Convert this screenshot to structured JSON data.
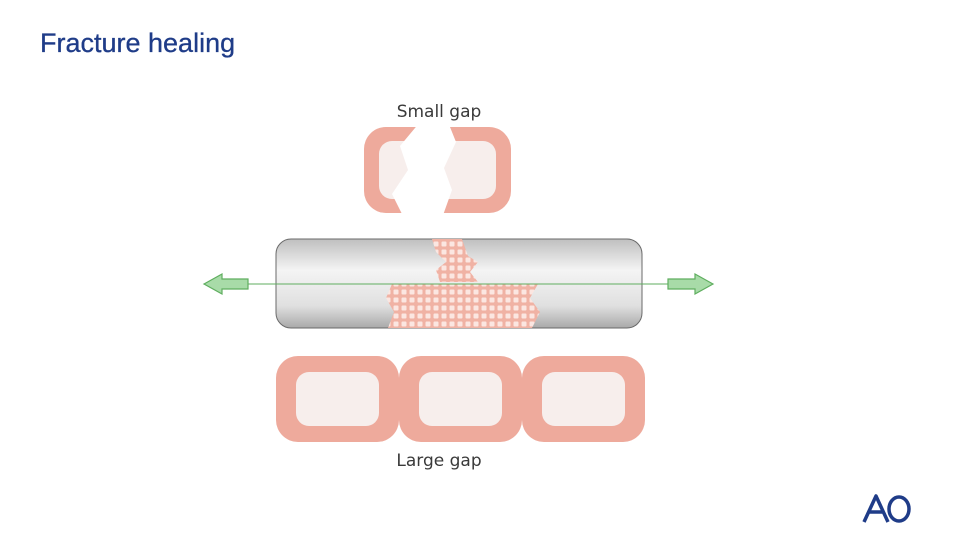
{
  "slide": {
    "title": "Fracture healing"
  },
  "diagram": {
    "small_gap_label": "Small gap",
    "large_gap_label": "Large gap",
    "colors": {
      "cell_border": "#eeaa9c",
      "cell_fill": "#f7eeec",
      "bone": "#d9d9d9",
      "arrow": "#a8dba8",
      "arrow_stroke": "#5fae5f",
      "brand": "#1f3c88"
    }
  },
  "logo": {
    "text": "AO"
  }
}
